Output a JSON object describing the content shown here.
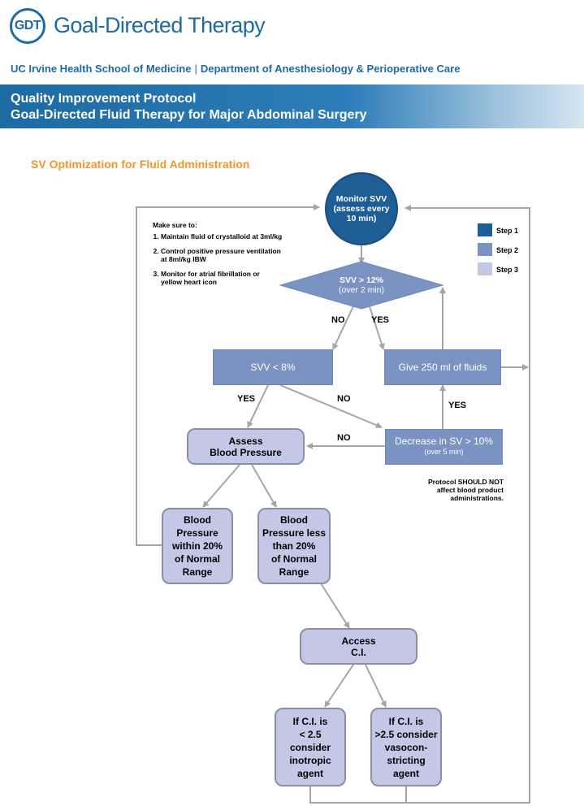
{
  "header": {
    "logo": "GDT",
    "brand": "Goal-Directed Therapy",
    "org_left": "UC Irvine Health School of Medicine",
    "org_sep": "|",
    "org_right": "Department of Anesthesiology & Perioperative Care",
    "banner_line1": "Quality Improvement Protocol",
    "banner_line2": "Goal-Directed Fluid Therapy for Major Abdominal Surgery"
  },
  "section_title": "SV Optimization for Fluid Administration",
  "notes": {
    "heading": "Make sure to:",
    "items": [
      "Maintain fluid of crystalloid at 3ml/kg",
      "Control positive pressure ventilation at 8ml/kg IBW",
      "Monitor for atrial fibrillation or yellow heart icon"
    ]
  },
  "legend": [
    {
      "label": "Step 1",
      "color": "#1d5e96"
    },
    {
      "label": "Step 2",
      "color": "#7b93c2"
    },
    {
      "label": "Step 3",
      "color": "#c3c8e6"
    }
  ],
  "nodes": {
    "monitor": {
      "l1": "Monitor SVV",
      "l2": "(assess every",
      "l3": "10 min)"
    },
    "svv12": {
      "l1": "SVV > 12%",
      "l2": "(over 2 min)"
    },
    "svv8": "SVV < 8%",
    "give": "Give 250 ml of fluids",
    "decrease": {
      "l1": "Decrease in SV > 10%",
      "l2": "(over 5 min)"
    },
    "assess_bp": {
      "l1": "Assess",
      "l2": "Blood Pressure"
    },
    "bp_within": {
      "l1": "Blood",
      "l2": "Pressure",
      "l3": "within 20%",
      "l4": "of Normal",
      "l5": "Range"
    },
    "bp_less": {
      "l1": "Blood",
      "l2": "Pressure less",
      "l3": "than 20%",
      "l4": "of Normal",
      "l5": "Range"
    },
    "access_ci": {
      "l1": "Access",
      "l2": "C.I."
    },
    "ci_low": {
      "l1": "If C.I. is",
      "l2": "< 2.5",
      "l3": "consider",
      "l4": "inotropic",
      "l5": "agent"
    },
    "ci_high": {
      "l1": "If C.I. is",
      "l2": ">2.5 consider",
      "l3": "vasocon-",
      "l4": "stricting",
      "l5": "agent"
    }
  },
  "edge_labels": {
    "no1": "NO",
    "yes1": "YES",
    "yes2": "YES",
    "no2": "NO",
    "yes3": "YES",
    "no3": "NO"
  },
  "footnote": {
    "l1": "Protocol SHOULD NOT",
    "l2": "affect blood product",
    "l3": "administrations."
  }
}
